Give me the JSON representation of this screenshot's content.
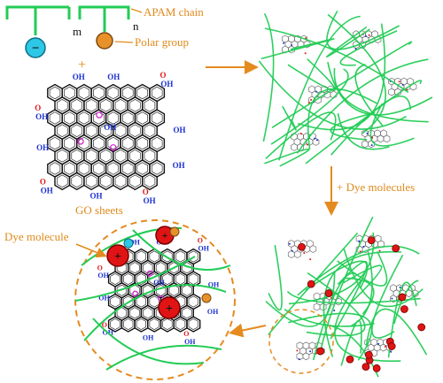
{
  "labels": {
    "apam_chain": "APAM chain",
    "m": "m",
    "n": "n",
    "polar_group": "Polar group",
    "plus": "+",
    "go_sheets": "GO sheets",
    "plus_dye": "+ Dye molecules",
    "dye_molecule": "Dye molecule",
    "oh": "OH",
    "o": "O",
    "cooh_o": "O",
    "minus": "−",
    "plus_sign": "+"
  },
  "colors": {
    "orange_text": "#e08a1a",
    "apam_green": "#22cc55",
    "negative_blue": "#2ec7e6",
    "polar_orange": "#e8912a",
    "oh_blue": "#1a2fd0",
    "cooh_red": "#e01818",
    "epoxy_magenta": "#d11ad1",
    "dye_red": "#e01414",
    "lattice_black": "#111111",
    "mesh_grey": "#6e6e6e",
    "arrow_orange": "#e58a1f"
  },
  "icons": [
    "negative-charge-icon",
    "polar-group-icon",
    "dye-molecule-icon",
    "go-sheet-icon",
    "arrow-icon"
  ]
}
